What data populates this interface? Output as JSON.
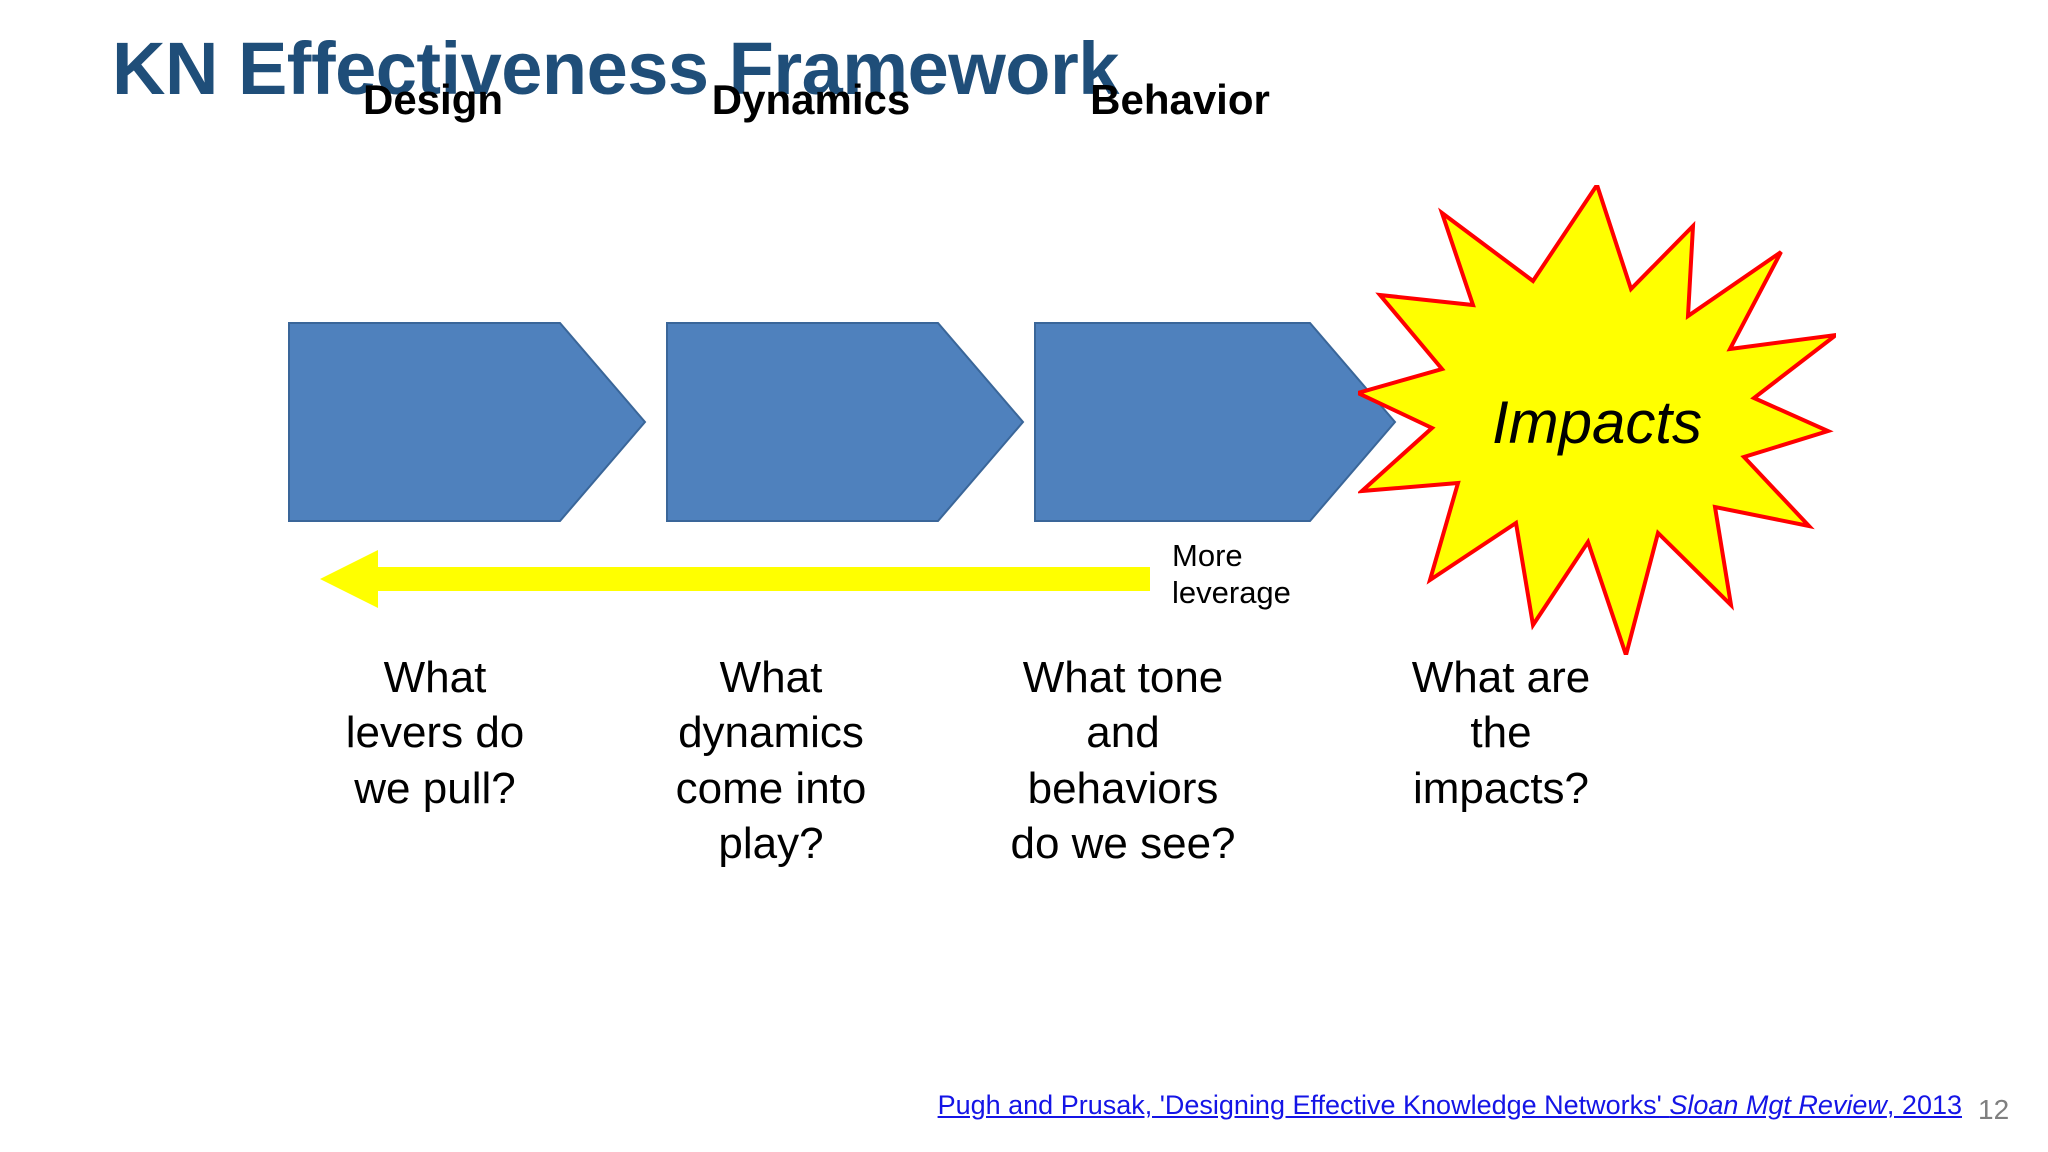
{
  "slide": {
    "title": "KN Effectiveness Framework",
    "page_number": "12",
    "background_color": "#FFFFFF",
    "title_color": "#1F4E79"
  },
  "flow": {
    "stage_fill_color": "#4F81BD",
    "stage_border_color": "#3A6699",
    "stages": [
      {
        "label": "Design"
      },
      {
        "label": "Dynamics"
      },
      {
        "label": "Behavior"
      }
    ],
    "outcome": {
      "label": "Impacts",
      "fill_color": "#FFFF00",
      "border_color": "#FF0000"
    }
  },
  "leverage": {
    "arrow_color": "#FFFF00",
    "arrow_direction": "left",
    "caption_line_1": "More",
    "caption_line_2": "leverage"
  },
  "questions": [
    {
      "line_1": "What",
      "line_2": "levers do",
      "line_3": "we pull?",
      "line_4": ""
    },
    {
      "line_1": "What",
      "line_2": "dynamics",
      "line_3": "come into",
      "line_4": "play?"
    },
    {
      "line_1": "What tone",
      "line_2": "and",
      "line_3": "behaviors",
      "line_4": "do we see?"
    },
    {
      "line_1": "What are",
      "line_2": "the",
      "line_3": "impacts?",
      "line_4": ""
    }
  ],
  "footer": {
    "citation_part_1": "Pugh and Prusak, 'Designing Effective Knowledge Networks' ",
    "citation_italic": "Sloan Mgt Review",
    "citation_part_2": ", 2013",
    "link_color": "#1414E6"
  }
}
